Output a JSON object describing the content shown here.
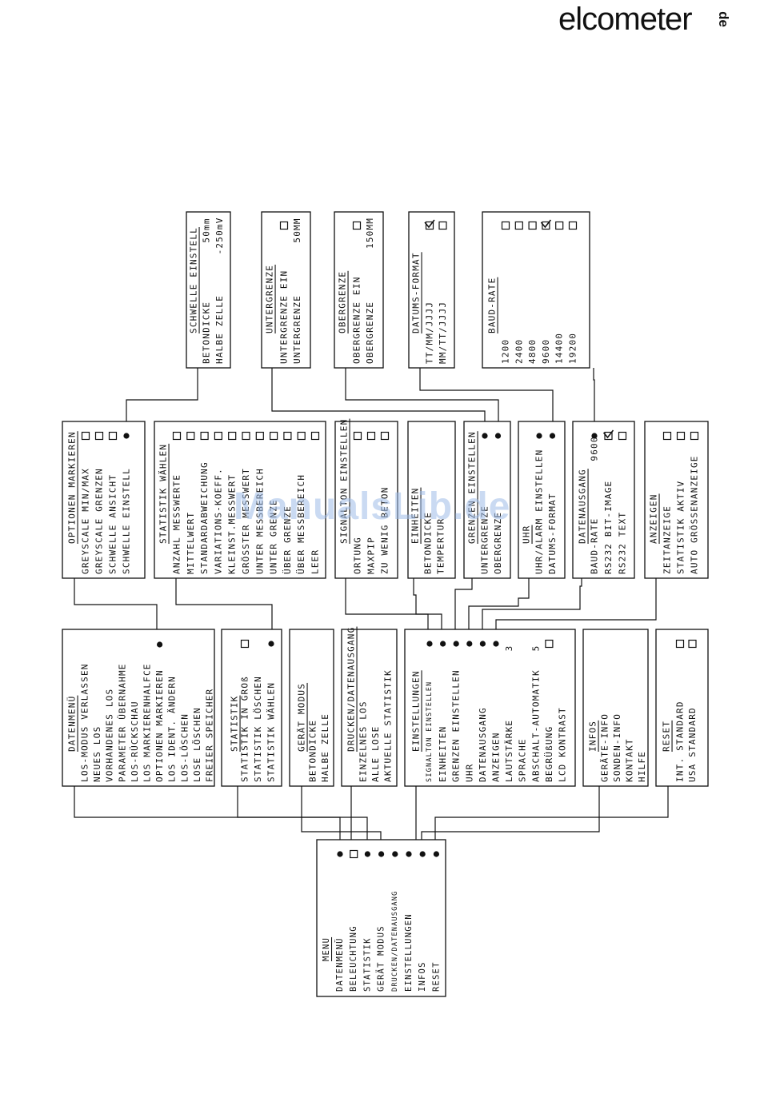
{
  "logo": {
    "text": "elcometer",
    "suffix": "de"
  },
  "watermark": "ManualsLib.de",
  "boxes": {
    "menu": {
      "title": "MENU",
      "items": [
        "DATENMENÜ",
        "BELEUCHTUNG",
        "STATISTIK",
        "GERÄT MODUS",
        "DRUCKEN/DATENAUSGANG",
        "EINSTELLUNGEN",
        "INFOS",
        "RESET"
      ],
      "markers": [
        "dot",
        "square",
        "dot",
        "dot",
        "dot",
        "dot",
        "dot",
        "dot"
      ]
    },
    "datenmenu": {
      "title": "DATENMENÜ",
      "items": [
        "LOS-MODUS VERLASSEN",
        "NEUES LOS",
        "VORHANDENES LOS",
        "PARAMETER ÜBERNAHME",
        "LOS-RÜCKSCHAU",
        "LOS MARKIERENHALFCE",
        "OPTIONEN MARKIEREN",
        "LOS IDENT. ÄNDERN",
        "LOS-LÖSCHEN",
        "LOSE LÖSCHEN",
        "FREIER SPEICHER"
      ],
      "markers": [
        "",
        "",
        "",
        "",
        "",
        "",
        "dot",
        "",
        "",
        "",
        ""
      ]
    },
    "statistik": {
      "title": "STATISTIK",
      "items": [
        "STATISTIK IN GROß",
        "STATISTIK LÖSCHEN",
        "STATISTIK WÄHLEN"
      ],
      "markers": [
        "square",
        "",
        "dot"
      ]
    },
    "geraet": {
      "title": "GERÄT MODUS",
      "items": [
        "BETONDICKE",
        "HALBE ZELLE"
      ],
      "markers": [
        "",
        ""
      ]
    },
    "drucken": {
      "title": "DRUCKEN/DATENAUSGANG",
      "items": [
        "EINZELNES LOS",
        "ALLE LOSE",
        "AKTUELLE STATISTIK"
      ],
      "markers": [
        "",
        "",
        ""
      ]
    },
    "einstellungen": {
      "title": "EINSTELLUNGEN",
      "items": [
        "SIGNALTON EINSTELLEN",
        "EINHEITEN",
        "GRENZEN EINSTELLEN",
        "UHR",
        "DATENAUSGANG",
        "ANZEIGEN",
        "LAUTSTÄRKE",
        "SPRACHE",
        "ABSCHALT-AUTOMATIK",
        "BEGRÜßUNG",
        "LCD KONTRAST"
      ],
      "markers": [
        "dot",
        "dot",
        "dot",
        "dot",
        "dot",
        "dot",
        "",
        "",
        "",
        "",
        ""
      ],
      "values": [
        "",
        "",
        "",
        "",
        "",
        "",
        "3",
        "",
        "5",
        "square",
        ""
      ]
    },
    "infos": {
      "title": "INFOS",
      "items": [
        "GERÄTE-INFO",
        "SONDEN-INFO",
        "KONTAKT",
        "HILFE"
      ],
      "markers": [
        "",
        "",
        "",
        ""
      ]
    },
    "reset": {
      "title": "RESET",
      "items": [
        "INT. STANDARD",
        "USA STANDARD"
      ],
      "markers": [
        "square",
        "square"
      ]
    },
    "optionen": {
      "title": "OPTIONEN MARKIEREN",
      "items": [
        "GREYSCALE MIN/MAX",
        "GREYSCALE GRENZEN",
        "SCHWELLE ANSICHT",
        "SCHWELLE EINSTELL"
      ],
      "markers": [
        "square",
        "square",
        "square",
        "dot"
      ]
    },
    "stat_waehlen": {
      "title": "STATISTIK WÄHLEN",
      "items": [
        "ANZAHL MESSWERTE",
        "MITTELWERT",
        "STANDARDABWEICHUNG",
        "VARIATIONS-KOEFF.",
        "KLEINST.MESSWERT",
        "GRÖSSTER MESSWERT",
        "UNTER MESSBEREICH",
        "UNTER GRENZE",
        "ÜBER GRENZE",
        "ÜBER MESSBEREICH",
        "LEER"
      ],
      "markers": [
        "square",
        "square",
        "square",
        "square",
        "square",
        "square",
        "square",
        "square",
        "square",
        "square",
        "square"
      ]
    },
    "signalton": {
      "title": "SIGNALTON EINSTELLEN",
      "items": [
        "ORTUNG",
        "MAXPIP",
        "ZU WENIG BETON"
      ],
      "markers": [
        "square",
        "square",
        "square"
      ]
    },
    "einheiten": {
      "title": "EINHEITEN",
      "items": [
        "BETONDICKE",
        "TEMPERTUR"
      ],
      "markers": [
        "",
        ""
      ]
    },
    "grenzen": {
      "title": "GRENZEN EINSTELLEN",
      "items": [
        "UNTERGRENZE",
        "OBERGRENZE"
      ],
      "markers": [
        "dot",
        "dot"
      ]
    },
    "uhr": {
      "title": "UHR",
      "items": [
        "UHR/ALARM EINSTELLEN",
        "DATUMS-FORMAT"
      ],
      "markers": [
        "dot",
        "dot"
      ]
    },
    "datenausgang": {
      "title": "DATENAUSGANG",
      "items": [
        "BAUD-RATE",
        "RS232 BIT-IMAGE",
        "RS232 TEXT"
      ],
      "markers": [
        "dot",
        "check",
        "square"
      ],
      "values": [
        "9600",
        "",
        ""
      ]
    },
    "anzeigen": {
      "title": "ANZEIGEN",
      "items": [
        "ZEITANZEIGE",
        "STATISTIK AKTIV",
        "AUTO GRÖSSENANZEIGE"
      ],
      "markers": [
        "square",
        "square",
        "square"
      ]
    },
    "schwelle": {
      "title": "SCHWELLE EINSTELL",
      "items": [
        "BETONDICKE",
        "HALBE ZELLE"
      ],
      "values": [
        "50mm",
        "-250mV"
      ]
    },
    "untergrenze": {
      "title": "UNTERGRENZE",
      "items": [
        "UNTERGRENZE EIN",
        "UNTERGRENZE"
      ],
      "markers": [
        "square",
        ""
      ],
      "values": [
        "",
        "50MM"
      ]
    },
    "obergrenze": {
      "title": "OBERGRENZE",
      "items": [
        "OBERGRENZE EIN",
        "OBERGRENZE"
      ],
      "markers": [
        "square",
        ""
      ],
      "values": [
        "",
        "150MM"
      ]
    },
    "datumsformat": {
      "title": "DATUMS-FORMAT",
      "items": [
        "TT/MM/JJJJ",
        "MM/TT/JJJJ"
      ],
      "markers": [
        "check",
        "square"
      ]
    },
    "baudrate": {
      "title": "BAUD-RATE",
      "items": [
        "1200",
        "2400",
        "4800",
        "9600",
        "14400",
        "19200"
      ],
      "markers": [
        "square",
        "square",
        "square",
        "check",
        "square",
        "square"
      ]
    }
  }
}
